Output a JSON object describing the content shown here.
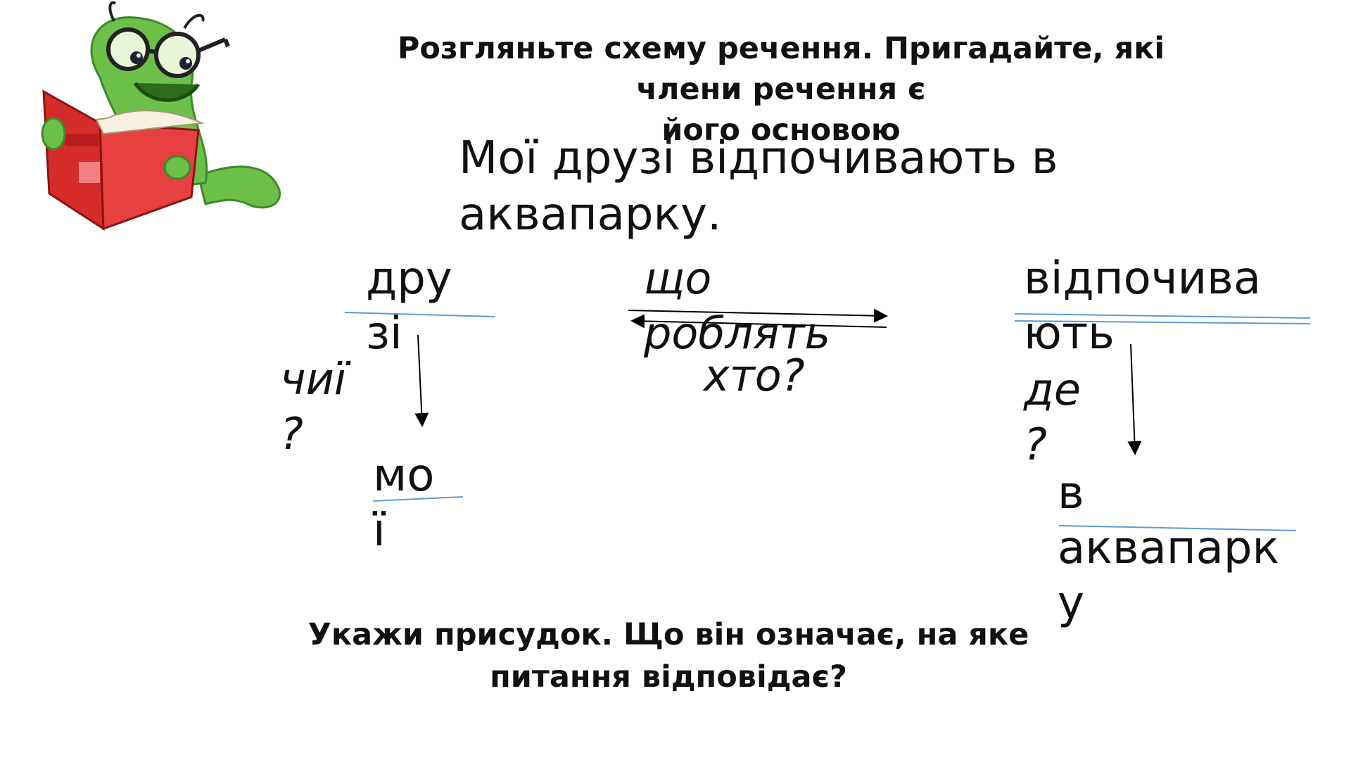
{
  "title": {
    "line1": "Розгляньте схему речення. Пригадайте, які",
    "line2": "члени речення є",
    "line3": "його основою"
  },
  "sentence": "Мої друзі відпочивають в\nаквапарку.",
  "scheme": {
    "subject": "дру\nзі",
    "predicate": "відпочива\nють",
    "question_what_do": "що\nроблять",
    "question_who": "хто?",
    "question_whose": "чиї\n?",
    "attribute": "мо\nї",
    "question_where": "де\n?",
    "adverbial": "в\nаквапарк\nу"
  },
  "bottom": {
    "line1": "Укажи присудок. Що він означає, на яке",
    "line2": "питання відповідає?"
  },
  "colors": {
    "underline": "#5b9bd5",
    "arrow": "#000000",
    "worm_green": "#6cc04a",
    "book_red": "#d62b2b"
  }
}
